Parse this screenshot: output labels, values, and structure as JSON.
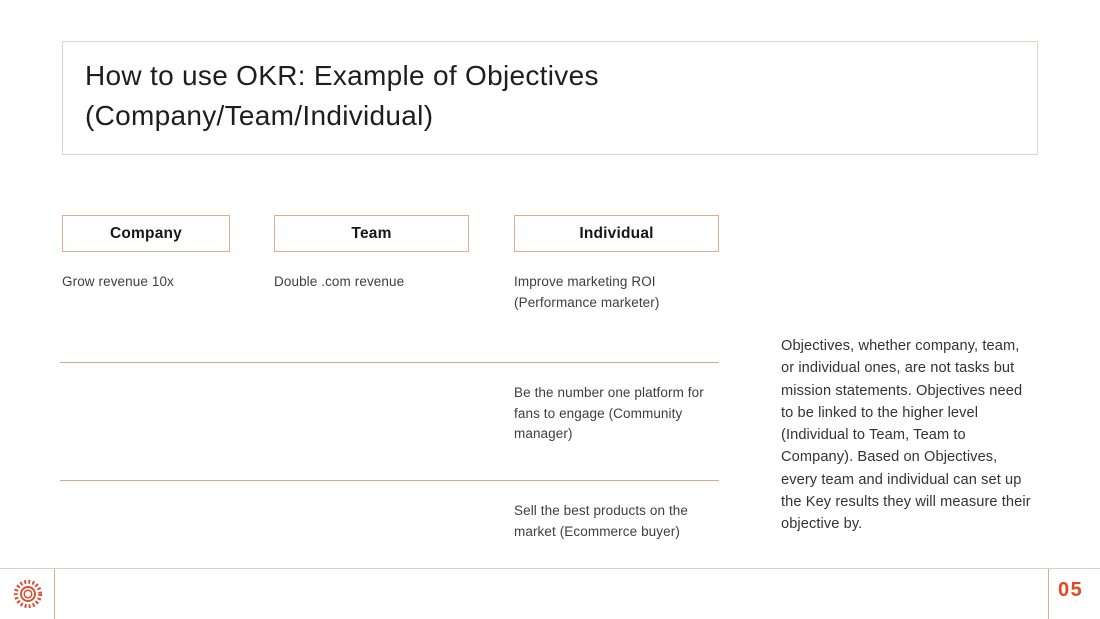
{
  "slide_title": {
    "line1": "How to use OKR: Example of Objectives",
    "line2": "(Company/Team/Individual)"
  },
  "okr_table": {
    "columns": [
      {
        "header": "Company",
        "items": [
          "Grow revenue 10x"
        ]
      },
      {
        "header": "Team",
        "items": [
          "Double .com revenue"
        ]
      },
      {
        "header": "Individual",
        "items": [
          "Improve marketing ROI (Performance marketer)",
          "Be the number one platform for fans to engage (Community manager)",
          "Sell the best products on the market (Ecommerce buyer)"
        ]
      }
    ]
  },
  "note": {
    "text": "Objectives, whether company, team, or individual ones, are not tasks but mission statements. Objectives need to be linked to the higher level (Individual to Team, Team to Company). Based on Objectives, every team and individual can set up the Key results they will measure their objective by."
  },
  "footer": {
    "page_number": "05",
    "logo_icon": "sun-emblem-logo"
  },
  "colors": {
    "accent": "#e0481f",
    "title_border": "#eacfc5",
    "header_border": "#e2ab92",
    "divider": "#dba78f",
    "text_dark": "#1e1e1e",
    "text_body": "#3e3e3e"
  }
}
